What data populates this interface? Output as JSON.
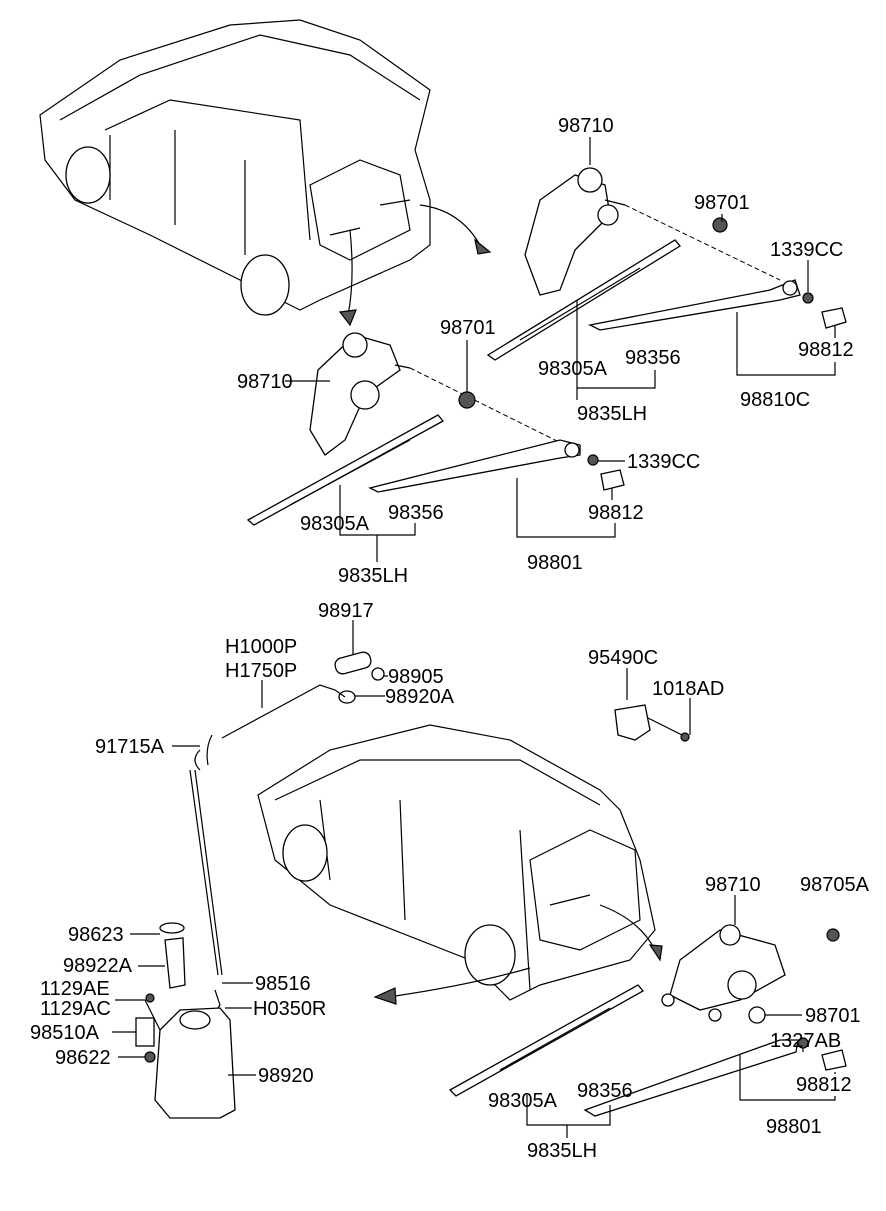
{
  "labels": {
    "top_motor": "98710",
    "top_pivot_cap": "98701",
    "top_nut": "1339CC",
    "top_cover": "98812",
    "top_blade": "98305A",
    "top_refill": "98356",
    "top_blade_assy": "9835LH",
    "top_arm": "98810C",
    "mid_pivot_cap": "98701",
    "mid_motor": "98710",
    "mid_nut": "1339CC",
    "mid_cover": "98812",
    "mid_blade": "98305A",
    "mid_refill": "98356",
    "mid_blade_assy": "9835LH",
    "mid_arm": "98801",
    "grommet": "98917",
    "hose_a": "H1000P",
    "hose_b": "H1750P",
    "nozzle_clip": "98905",
    "nozzle": "98920A",
    "relay": "95490C",
    "relay_bolt": "1018AD",
    "connector": "91715A",
    "bot_motor": "98710",
    "bot_cap": "98705A",
    "seal": "98623",
    "filler_neck": "98922A",
    "joint": "98516",
    "bolt_a": "1129AE",
    "bolt_b": "1129AC",
    "hose_c": "H0350R",
    "pump": "98510A",
    "pump_grommet": "98622",
    "reservoir": "98920",
    "bot_pivot_cap": "98701",
    "bot_nut": "1327AB",
    "bot_cover": "98812",
    "bot_blade": "98305A",
    "bot_refill": "98356",
    "bot_blade_assy": "9835LH",
    "bot_arm": "98801"
  }
}
